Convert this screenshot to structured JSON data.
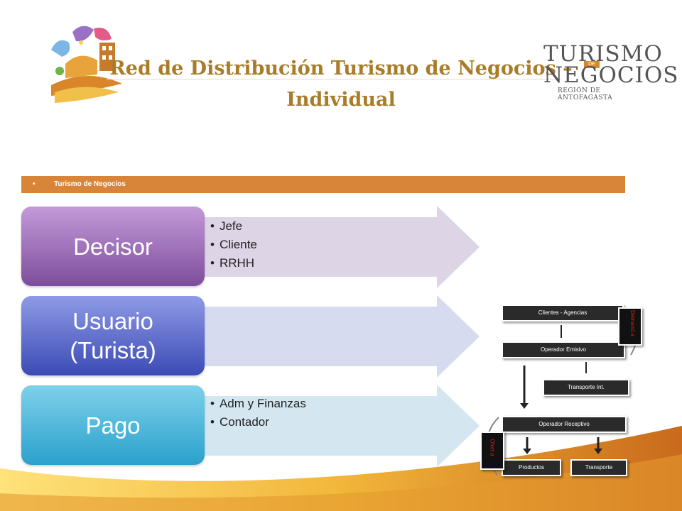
{
  "title": {
    "line1": "Red de Distribución Turismo de Negocios –",
    "line2": "Individual"
  },
  "brand": {
    "word1": "TURISMO",
    "connector": "DE",
    "word2": "NEGOCIOS",
    "region": "REGIÓN DE ANTOFAGASTA"
  },
  "header_bar": {
    "label": "Turismo de Negocios"
  },
  "rows": [
    {
      "label": "Decisor",
      "bullets": [
        "Jefe",
        "Cliente",
        "RRHH"
      ]
    },
    {
      "label": "Usuario (Turista)",
      "bullets": []
    },
    {
      "label": "Pago",
      "bullets": [
        "Adm y Finanzas",
        "Contador"
      ]
    }
  ],
  "flow": {
    "clientes": "Clientes - Agencias",
    "emisivo": "Operador Emisivo",
    "transporte_int": "Transporte Int.",
    "receptivo": "Operador Receptivo",
    "productos": "Productos",
    "transporte": "Transporte",
    "demanda": "Demand a",
    "oferta": "Ofert a"
  },
  "colors": {
    "title": "#a97c2a",
    "bar": "#d98539",
    "decisor": "#8e5fb0",
    "usuario": "#4a59c2",
    "pago": "#3aafd6"
  }
}
